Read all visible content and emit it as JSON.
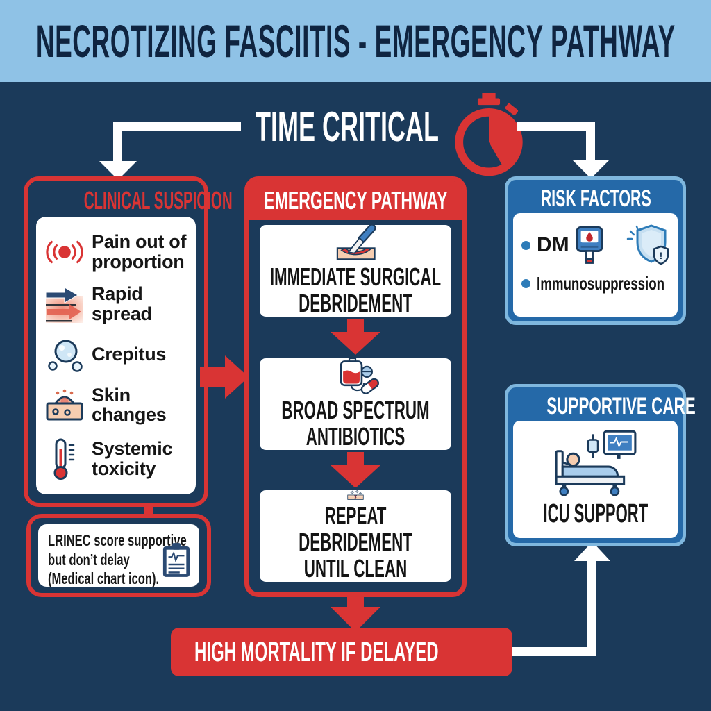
{
  "colors": {
    "background": "#1b3a5a",
    "banner_bg": "#8fc2e6",
    "red": "#d93434",
    "panel_blue": "#2569a8",
    "panel_blue_border": "#7fb7de",
    "white": "#ffffff",
    "dark_navy_text": "#0f2440"
  },
  "banner": {
    "title": "NECROTIZING FASCIITIS - EMERGENCY PATHWAY"
  },
  "time_critical": {
    "label": "TIME CRITICAL",
    "icon": "stopwatch-icon"
  },
  "clinical_suspicion": {
    "title": "CLINICAL SUSPICION",
    "items": [
      {
        "icon": "radiating-pain-icon",
        "label": "Pain out of\nproportion"
      },
      {
        "icon": "rapid-spread-arrow-icon",
        "label": "Rapid spread"
      },
      {
        "icon": "crepitus-bubbles-icon",
        "label": "Crepitus"
      },
      {
        "icon": "skin-changes-icon",
        "label": "Skin changes"
      },
      {
        "icon": "thermometer-icon",
        "label": "Systemic\ntoxicity"
      }
    ],
    "note": {
      "icon": "medical-chart-icon",
      "text": "LRINEC score supportive\nbut don’t delay\n(Medical chart icon)."
    }
  },
  "emergency_pathway": {
    "title": "EMERGENCY PATHWAY",
    "steps": [
      {
        "icon": "scalpel-incision-icon",
        "label": "IMMEDIATE SURGICAL\nDEBRIDEMENT"
      },
      {
        "icon": "iv-antibiotics-icon",
        "label": "BROAD SPECTRUM\nANTIBIOTICS"
      },
      {
        "icon": "clean-wound-icon",
        "label": "REPEAT DEBRIDEMENT\nUNTIL CLEAN"
      }
    ]
  },
  "risk_factors": {
    "title": "RISK FACTORS",
    "items": [
      {
        "icon": "glucometer-icon",
        "label": "DM"
      },
      {
        "icon": "immune-shield-icon",
        "label": "Immunosuppression"
      }
    ]
  },
  "supportive_care": {
    "title": "SUPPORTIVE CARE",
    "item": {
      "icon": "icu-bed-icon",
      "label": "ICU SUPPORT"
    }
  },
  "mortality_banner": {
    "icon": "skull-icon",
    "label": "HIGH MORTALITY IF DELAYED"
  }
}
